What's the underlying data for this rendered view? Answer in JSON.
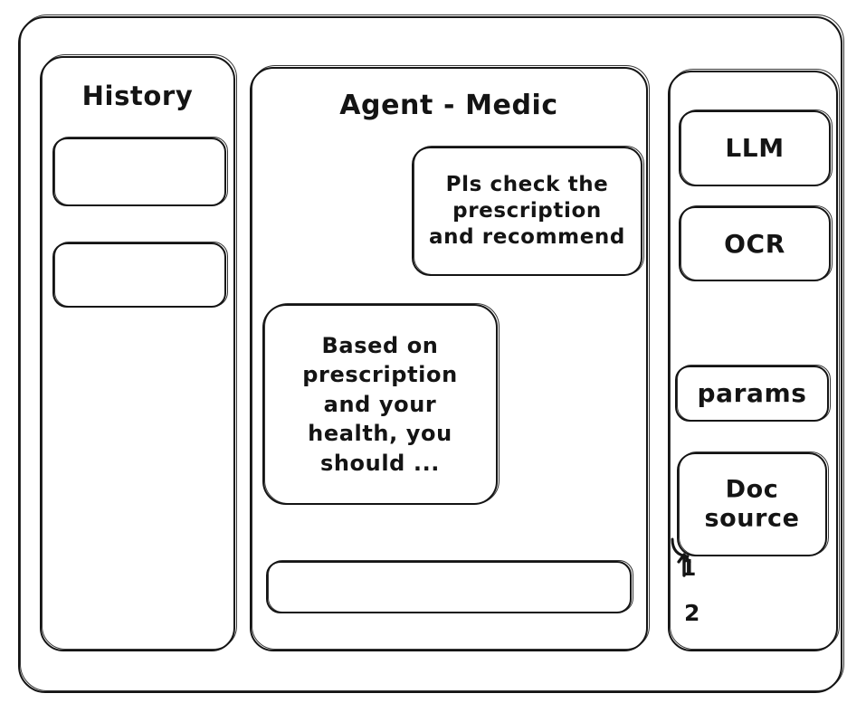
{
  "window": {
    "frame_label": "app-window"
  },
  "history": {
    "title": "History",
    "items": [
      {
        "label": ""
      },
      {
        "label": ""
      }
    ]
  },
  "agent": {
    "title": "Agent - Medic",
    "messages": [
      {
        "role": "user",
        "text": "Pls check the\nprescription\nand recommend"
      },
      {
        "role": "assistant",
        "text": "Based on\nprescription\nand your\nhealth, you\nshould ..."
      }
    ],
    "composer": {
      "value": "",
      "placeholder": ""
    }
  },
  "tools": {
    "items": [
      {
        "label": "LLM"
      },
      {
        "label": "OCR"
      },
      {
        "label": "params"
      },
      {
        "label": "Doc\nsource"
      }
    ],
    "doc_sources": [
      {
        "index": "1"
      },
      {
        "index": "2"
      }
    ]
  },
  "colors": {
    "stroke": "#141414",
    "background": "#ffffff"
  }
}
